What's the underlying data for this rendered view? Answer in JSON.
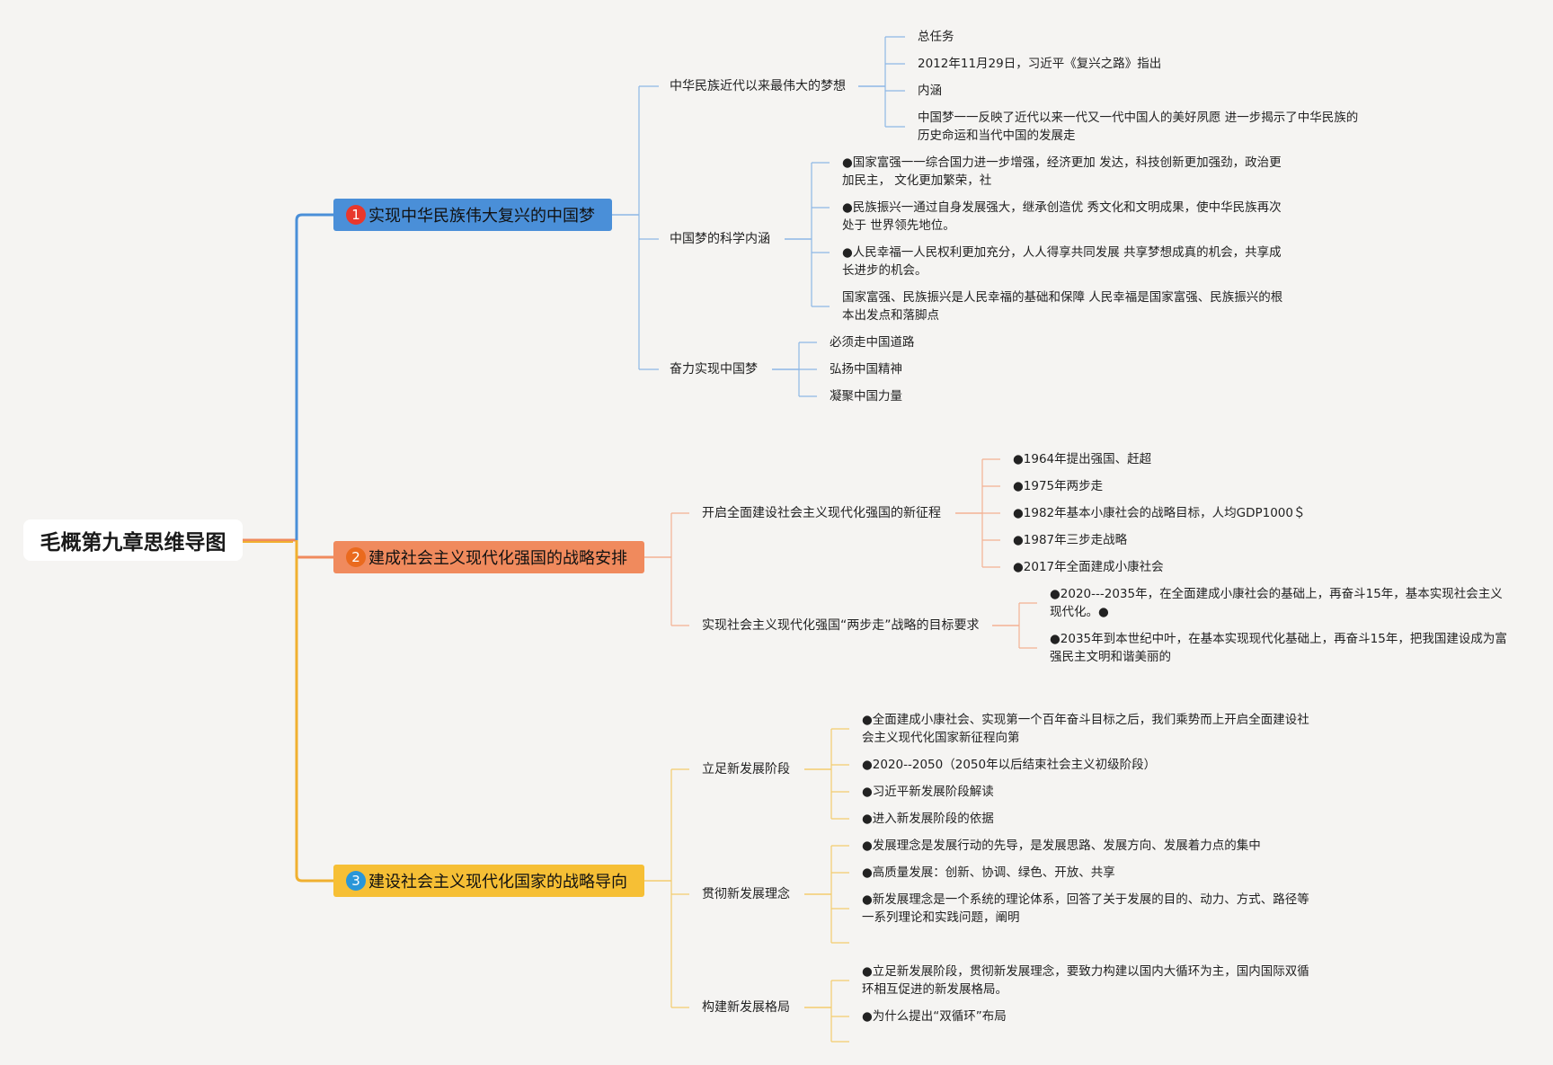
{
  "root": {
    "title": "毛概第九章思维导图"
  },
  "branches": [
    {
      "number": "1",
      "label": "实现中华民族伟大复兴的中国梦",
      "color": "#4a8fd8",
      "line_color": "#4a8fd8",
      "sub_line_color": "#8db7e6",
      "children": [
        {
          "label": "中华民族近代以来最伟大的梦想",
          "items": [
            "总任务",
            "2012年11月29日，习近平《复兴之路》指出",
            "内涵",
            "中国梦一一反映了近代以来一代又一代中国人的美好夙愿 进一步揭示了中华民族的历史命运和当代中国的发展走"
          ]
        },
        {
          "label": "中国梦的科学内涵",
          "items": [
            "●国家富强一一综合国力进一步增强，经济更加 发达，科技创新更加强劲，政治更加民主， 文化更加繁荣，社",
            "●民族振兴一通过自身发展强大，继承创造优 秀文化和文明成果，使中华民族再次处于 世界领先地位。",
            "●人民幸福一人民权利更加充分，人人得享共同发展 共享梦想成真的机会，共享成长进步的机会。",
            "国家富强、民族振兴是人民幸福的基础和保障 人民幸福是国家富强、民族振兴的根本出发点和落脚点"
          ]
        },
        {
          "label": "奋力实现中国梦",
          "items": [
            "必须走中国道路",
            "弘扬中国精神",
            "凝聚中国力量"
          ]
        }
      ]
    },
    {
      "number": "2",
      "label": "建成社会主义现代化强国的战略安排",
      "color": "#f08a5d",
      "line_color": "#f08a5d",
      "sub_line_color": "#f3b193",
      "children": [
        {
          "label": "开启全面建设社会主义现代化强国的新征程",
          "items": [
            "●1964年提出强国、赶超",
            "●1975年两步走",
            "●1982年基本小康社会的战略目标，人均GDP1000＄",
            "●1987年三步走战略",
            "●2017年全面建成小康社会"
          ]
        },
        {
          "label": "实现社会主义现代化强国“两步走”战略的目标要求",
          "items": [
            "●2020---2035年，在全面建成小康社会的基础上，再奋斗15年，基本实现社会主义现代化。●",
            "●2035年到本世纪中叶，在基本实现现代化基础上，再奋斗15年，把我国建设成为富强民主文明和谐美丽的"
          ]
        }
      ]
    },
    {
      "number": "3",
      "label": "建设社会主义现代化国家的战略导向",
      "color": "#f6bf35",
      "line_color": "#f0b030",
      "sub_line_color": "#f3cc6e",
      "children": [
        {
          "label": "立足新发展阶段",
          "items": [
            "●全面建成小康社会、实现第一个百年奋斗目标之后，我们乘势而上开启全面建设社会主义现代化国家新征程向第",
            "●2020--2050（2050年以后结束社会主义初级阶段）",
            "●习近平新发展阶段解读",
            "●进入新发展阶段的依据"
          ]
        },
        {
          "label": "贯彻新发展理念",
          "items": [
            "●发展理念是发展行动的先导，是发展思路、发展方向、发展着力点的集中",
            "●高质量发展：创新、协调、绿色、开放、共享",
            "●新发展理念是一个系统的理论体系，回答了关于发展的目的、动力、方式、路径等一系列理论和实践问题，阐明",
            ""
          ]
        },
        {
          "label": "构建新发展格局",
          "items": [
            "●立足新发展阶段，贯彻新发展理念，要致力构建以国内大循环为主，国内国际双循环相互促进的新发展格局。",
            "●为什么提出“双循环”布局",
            ""
          ]
        }
      ]
    }
  ]
}
